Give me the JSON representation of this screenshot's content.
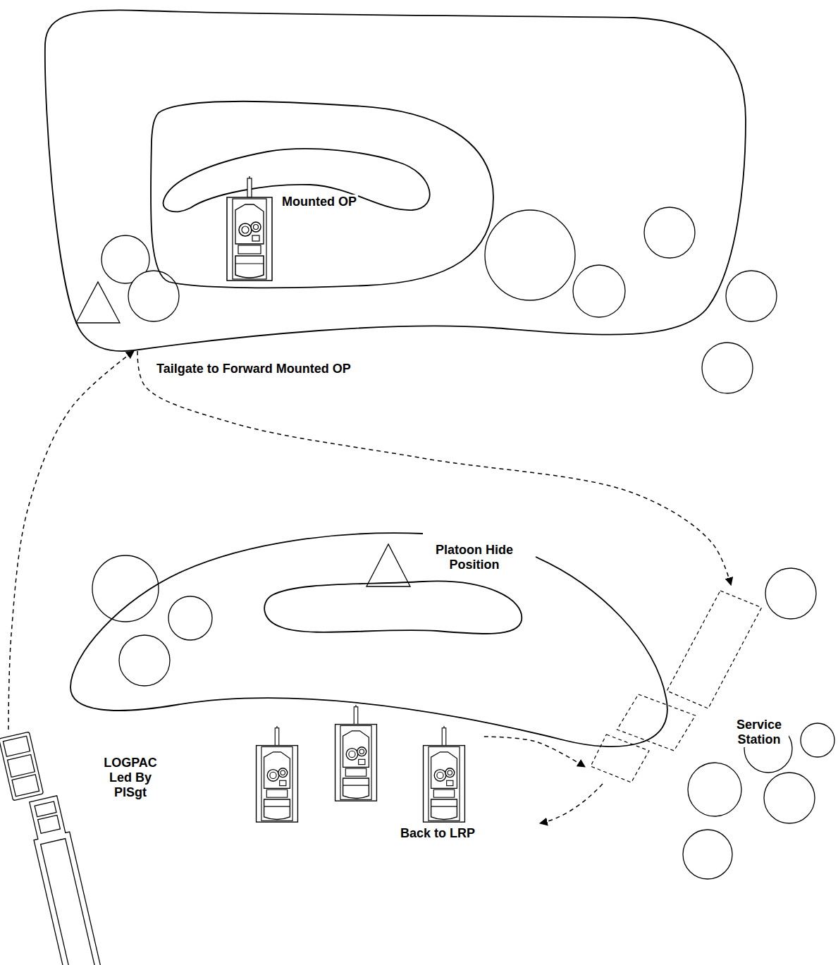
{
  "diagram": {
    "nodes": [
      {
        "text": [
          "Mounted OP"
        ]
      },
      {
        "text": [
          "Platoon Hide Position"
        ]
      },
      {
        "text": [
          "Service Station"
        ]
      },
      {
        "text": [
          "LOGPAC Led By PlSgt"
        ]
      }
    ],
    "edges": [
      {
        "from": 3,
        "to": 0,
        "arrow": "to"
      },
      {
        "from": 0,
        "to": 2,
        "arrow": "to"
      },
      {
        "from": 1,
        "to": 2,
        "arrow": "to"
      }
    ],
    "labels": [
      "Tailgate to Forward Mounted OP",
      "Back to LRP"
    ]
  }
}
